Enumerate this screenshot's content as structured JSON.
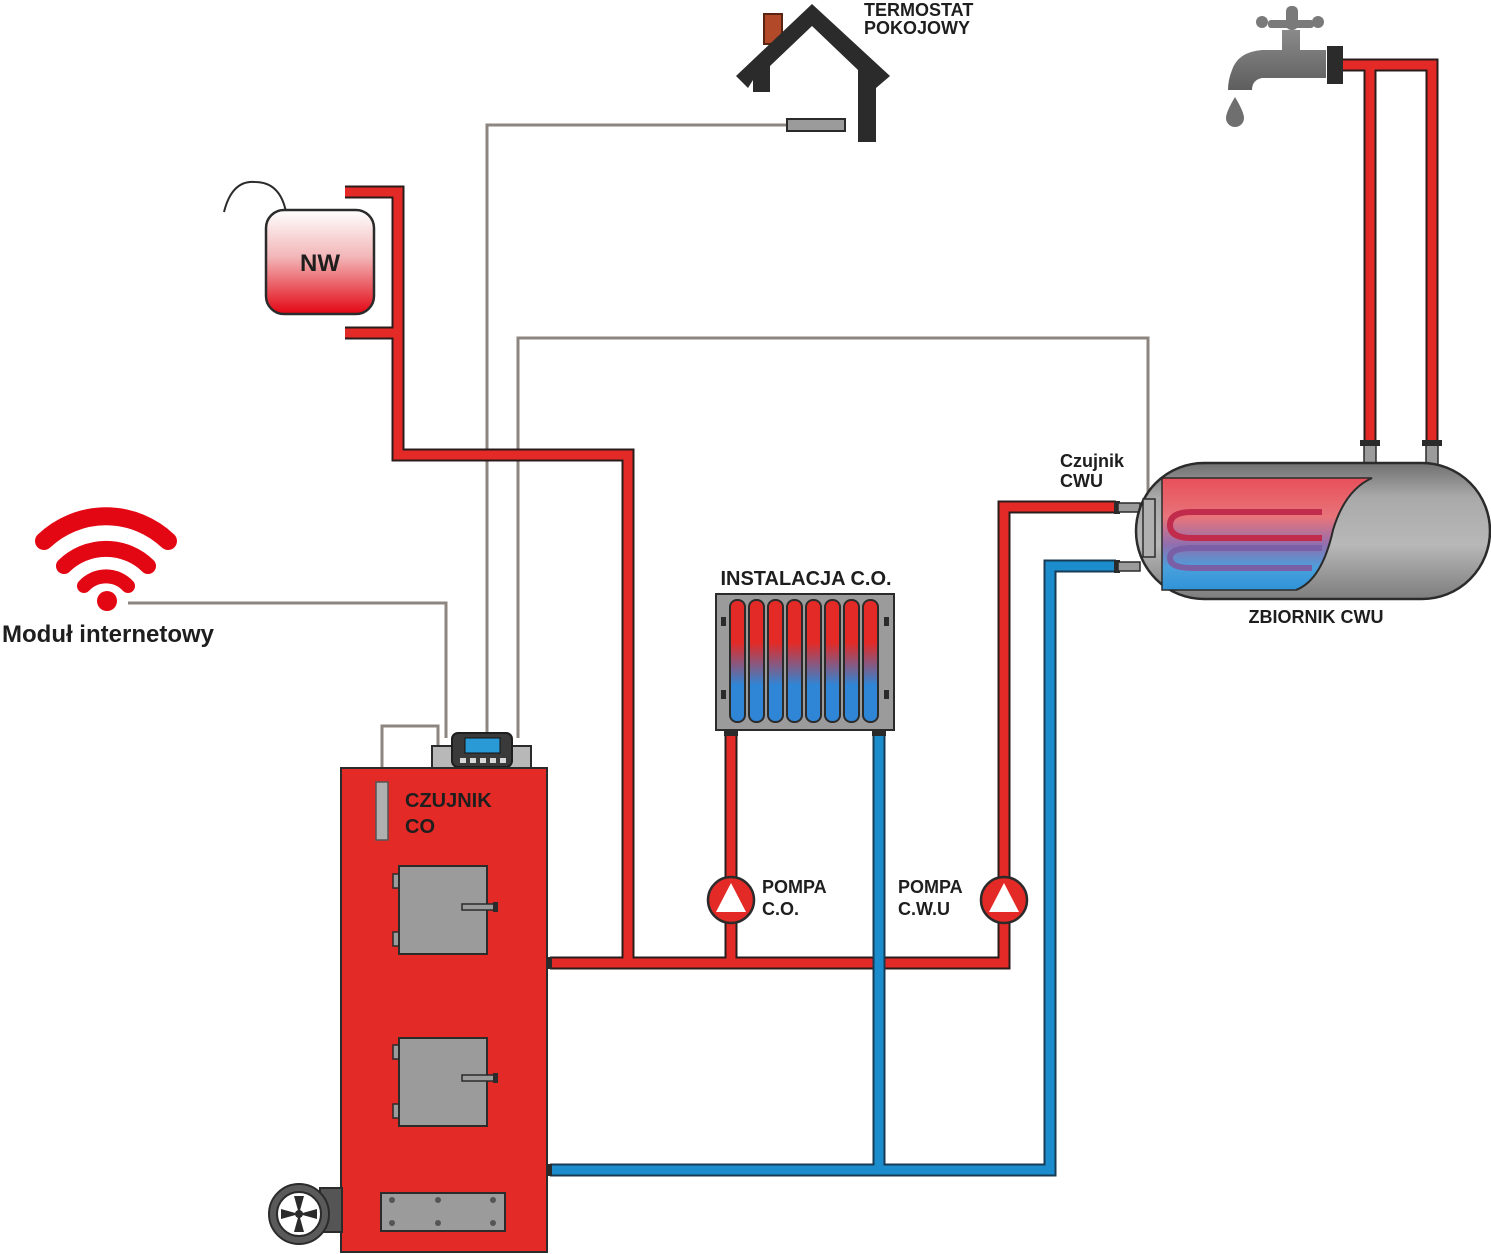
{
  "labels": {
    "thermostat_line1": "TERMOSTAT",
    "thermostat_line2": "POKOJOWY",
    "expansion_vessel": "NW",
    "internet_module": "Moduł internetowy",
    "co_sensor_line1": "CZUJNIK",
    "co_sensor_line2": "CO",
    "heating_installation": "INSTALACJA C.O.",
    "pump_co_line1": "POMPA",
    "pump_co_line2": "C.O.",
    "pump_cwu_line1": "POMPA",
    "pump_cwu_line2": "C.W.U",
    "cwu_sensor_line1": "Czujnik",
    "cwu_sensor_line2": "CWU",
    "cwu_tank": "ZBIORNIK CWU"
  },
  "colors": {
    "hot_pipe": "#e32a26",
    "cold_pipe": "#1b8ccc",
    "boiler_body": "#e32a26",
    "signal_wire": "#8d8580",
    "grey_metal": "#9b9b9b",
    "dark_outline": "#2b2b2b"
  }
}
